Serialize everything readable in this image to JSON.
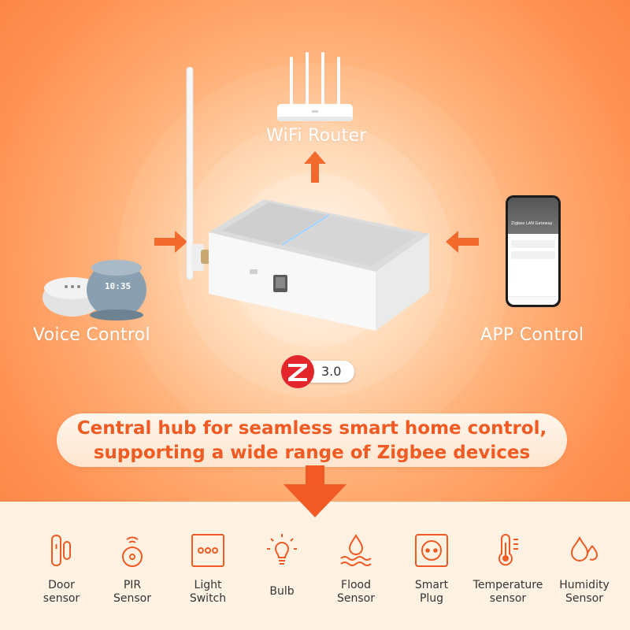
{
  "labels": {
    "wifi_router": "WiFi Router",
    "voice_control": "Voice Control",
    "app_control": "APP Control",
    "zigbee_version": "3.0"
  },
  "echo_display": "10:35",
  "phone": {
    "app_title": "Zigbee LAN Gateway"
  },
  "banner": {
    "line1": "Central hub for seamless smart home control,",
    "line2": "supporting a wide range of Zigbee devices"
  },
  "devices": [
    {
      "line1": "Door",
      "line2": "sensor",
      "icon": "door-sensor-icon"
    },
    {
      "line1": "PIR",
      "line2": "Sensor",
      "icon": "pir-sensor-icon"
    },
    {
      "line1": "Light",
      "line2": "Switch",
      "icon": "light-switch-icon"
    },
    {
      "line1": "Bulb",
      "line2": "",
      "icon": "bulb-icon"
    },
    {
      "line1": "Flood",
      "line2": "Sensor",
      "icon": "flood-sensor-icon"
    },
    {
      "line1": "Smart",
      "line2": "Plug",
      "icon": "smart-plug-icon"
    },
    {
      "line1": "Temperature",
      "line2": "sensor",
      "icon": "temperature-sensor-icon"
    },
    {
      "line1": "Humidity",
      "line2": "Sensor",
      "icon": "humidity-sensor-icon"
    }
  ],
  "colors": {
    "accent": "#f05a23",
    "background": "#ff9355",
    "bottom_panel": "#fff2e3",
    "zigbee_red": "#e3262b"
  }
}
